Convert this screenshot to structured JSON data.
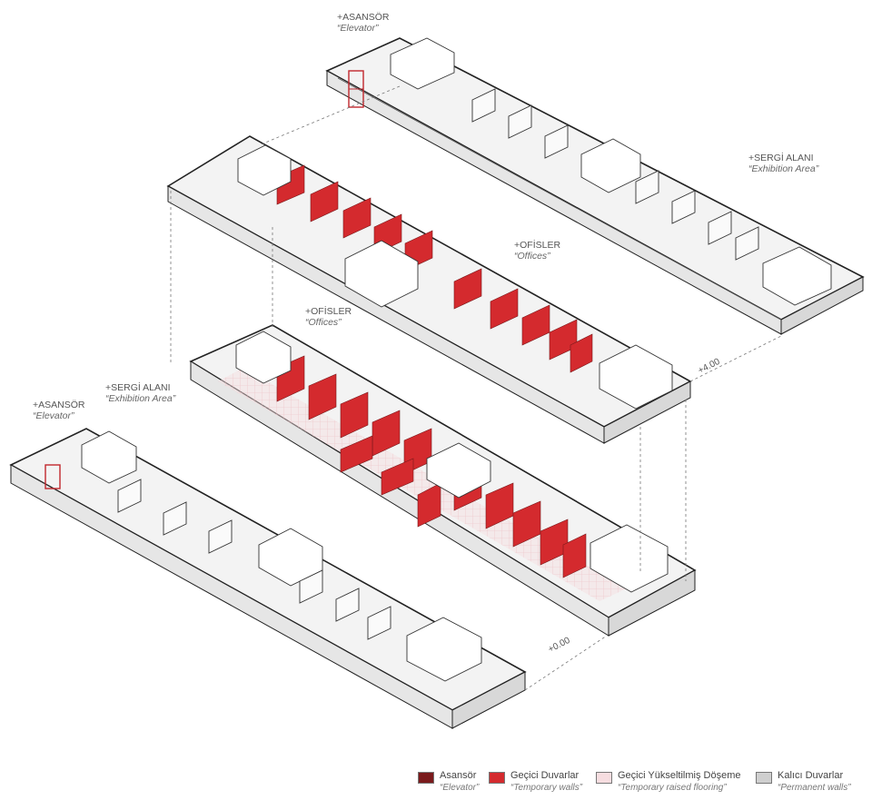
{
  "labels": {
    "elevator_top": {
      "name": "+ASANSÖR",
      "translation": "“Elevator”"
    },
    "exhibition_top": {
      "name": "+SERGİ ALANI",
      "translation": "“Exhibition Area”"
    },
    "offices_mid": {
      "name": "+OFİSLER",
      "translation": "“Offices”"
    },
    "offices_low": {
      "name": "+OFİSLER",
      "translation": "“Offices”"
    },
    "exhibition_low": {
      "name": "+SERGİ ALANI",
      "translation": "“Exhibition Area”"
    },
    "elevator_low": {
      "name": "+ASANSÖR",
      "translation": "“Elevator”"
    }
  },
  "levels": {
    "upper": "+4.00",
    "ground": "+0.00"
  },
  "legend": [
    {
      "name": "Asansör",
      "translation": "“Elevator”",
      "color": "#7a1a1c"
    },
    {
      "name": "Geçici Duvarlar",
      "translation": "“Temporary walls”",
      "color": "#d42a2e"
    },
    {
      "name": "Geçici Yükseltilmiş Döşeme",
      "translation": "“Temporary raised flooring”",
      "color": "#f6dde0"
    },
    {
      "name": "Kalıcı Duvarlar",
      "translation": "“Permanent walls”",
      "color": "#cfcfcf"
    }
  ],
  "colors": {
    "temporary_wall": "#d42a2e",
    "elevator": "#7a1a1c",
    "raised_floor": "#f6dde0",
    "permanent_wall": "#cfcfcf",
    "floor": "#f2f2f2",
    "line": "#333333"
  }
}
